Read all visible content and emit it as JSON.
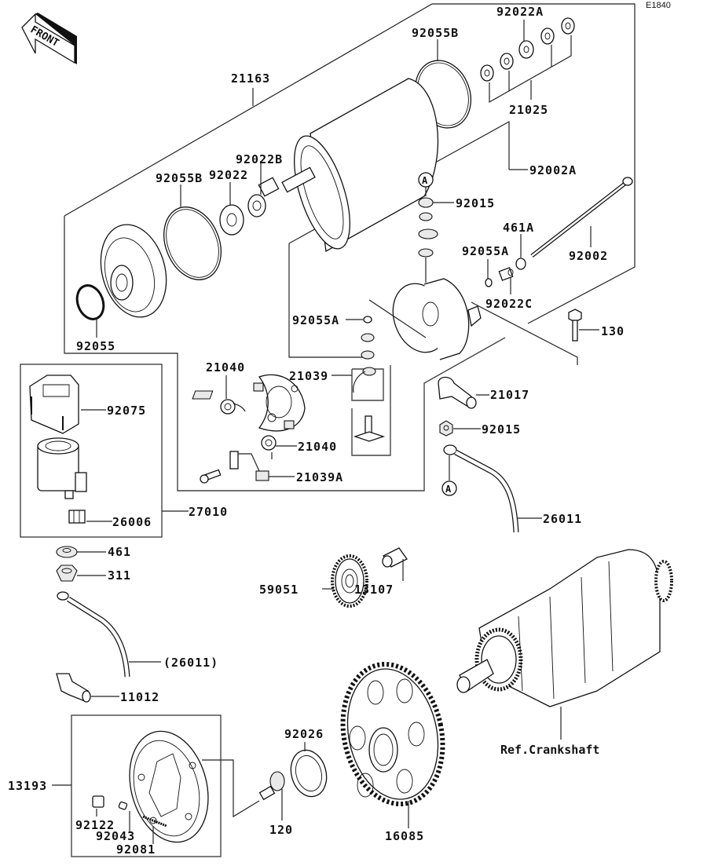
{
  "diagram": {
    "code": "E1840",
    "front_label": "FRONT",
    "marker_a": "A",
    "reference_label": "Ref.Crankshaft"
  },
  "parts": {
    "p92022A": "92022A",
    "p92055B_top": "92055B",
    "p21163": "21163",
    "p21025": "21025",
    "p92002A": "92002A",
    "p92055B_left": "92055B",
    "p92022": "92022",
    "p92022B": "92022B",
    "p92015_top": "92015",
    "p461A": "461A",
    "p92055A_right": "92055A",
    "p92002": "92002",
    "p92022C": "92022C",
    "p92055": "92055",
    "p92055A_left": "92055A",
    "p130": "130",
    "p21040_top": "21040",
    "p21039": "21039",
    "p21017": "21017",
    "p92075": "92075",
    "p92015_mid": "92015",
    "p21040_bot": "21040",
    "p21039A": "21039A",
    "p27010": "27010",
    "p26006": "26006",
    "p26011": "26011",
    "p461": "461",
    "p311": "311",
    "p59051": "59051",
    "p13107": "13107",
    "p26011_ref": "(26011)",
    "p11012": "11012",
    "p92026": "92026",
    "p13193": "13193",
    "p92122": "92122",
    "p92043": "92043",
    "p92081": "92081",
    "p120": "120",
    "p16085": "16085"
  }
}
